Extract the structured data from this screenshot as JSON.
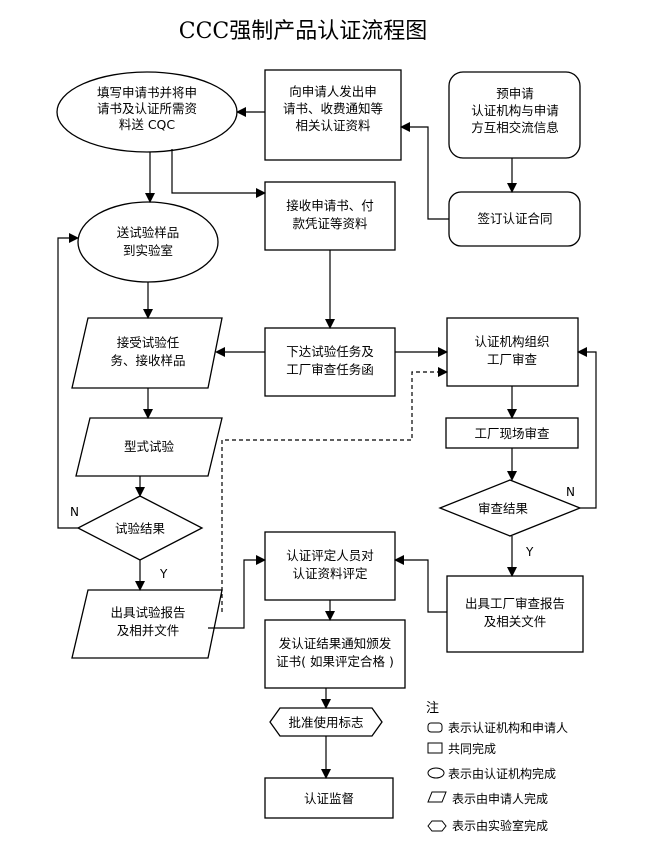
{
  "title": "CCC强制产品认证流程图",
  "nodes": {
    "fill_application": [
      "填写申请书并将申",
      "请书及认证所需资",
      "料送 CQC"
    ],
    "issue_notice": [
      "向申请人发出申",
      "请书、收费通知等",
      "相关认证资料"
    ],
    "pre_application": [
      "预申请",
      "认证机构与申请",
      "方互相交流信息"
    ],
    "receive_application": [
      "接收申请书、付",
      "款凭证等资料"
    ],
    "sign_contract": [
      "签订认证合同"
    ],
    "send_samples": [
      "送试验样品",
      "到实验室"
    ],
    "accept_task": [
      "接受试验任",
      "务、接收样品"
    ],
    "assign_tasks": [
      "下达试验任务及",
      "工厂审查任务函"
    ],
    "org_inspection": [
      "认证机构组织",
      "工厂审查"
    ],
    "type_test": [
      "型式试验"
    ],
    "factory_inspection": [
      "工厂现场审查"
    ],
    "test_result": [
      "试验结果"
    ],
    "inspection_result": [
      "审查结果"
    ],
    "test_report": [
      "出具试验报告",
      "及相并文件"
    ],
    "evaluation": [
      "认证评定人员对",
      "认证资料评定"
    ],
    "factory_report": [
      "出具工厂审查报告",
      "及相关文件"
    ],
    "notify_result": [
      "发认证结果通知颁发",
      "证书( 如果评定合格 )"
    ],
    "approve_mark": [
      "批准使用标志"
    ],
    "supervision": [
      "认证监督"
    ]
  },
  "labels": {
    "no_test": "N",
    "yes_test": "Y",
    "no_inspection": "N",
    "yes_inspection": "Y"
  },
  "legend": {
    "title": "注",
    "items": [
      "表示认证机构和申请人",
      "共同完成",
      "表示由认证机构完成",
      "表示由申请人完成",
      "表示由实验室完成"
    ]
  }
}
